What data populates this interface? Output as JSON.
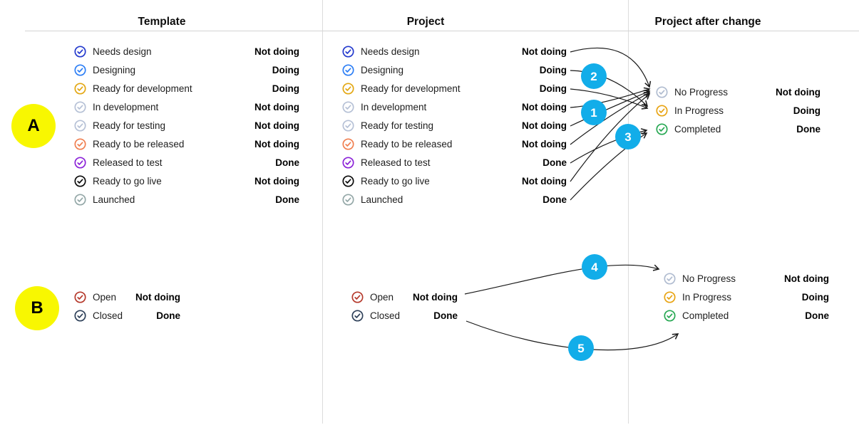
{
  "columns": [
    {
      "title": "Template"
    },
    {
      "title": "Project"
    },
    {
      "title": "Project after change"
    }
  ],
  "after_change_statuses": [
    {
      "label": "No Progress",
      "value": "Not doing",
      "color": "#b0bcd0"
    },
    {
      "label": "In Progress",
      "value": "Doing",
      "color": "#e8a413"
    },
    {
      "label": "Completed",
      "value": "Done",
      "color": "#27a853"
    }
  ],
  "sections": [
    {
      "label": "A",
      "template_statuses": [
        {
          "label": "Needs design",
          "value": "Not doing",
          "color": "#2339cd"
        },
        {
          "label": "Designing",
          "value": "Doing",
          "color": "#2c7ef5"
        },
        {
          "label": "Ready for development",
          "value": "Doing",
          "color": "#e3a712"
        },
        {
          "label": "In development",
          "value": "Not doing",
          "color": "#b6c1d6"
        },
        {
          "label": "Ready for testing",
          "value": "Not doing",
          "color": "#b6c1d6"
        },
        {
          "label": "Ready to be released",
          "value": "Not doing",
          "color": "#f07f50"
        },
        {
          "label": "Released to test",
          "value": "Done",
          "color": "#8b22d8"
        },
        {
          "label": "Ready to go live",
          "value": "Not doing",
          "color": "#0b0b0b"
        },
        {
          "label": "Launched",
          "value": "Done",
          "color": "#93a7a7"
        }
      ],
      "project_statuses": [
        {
          "label": "Needs design",
          "value": "Not doing",
          "color": "#2339cd"
        },
        {
          "label": "Designing",
          "value": "Doing",
          "color": "#2c7ef5"
        },
        {
          "label": "Ready for development",
          "value": "Doing",
          "color": "#e3a712"
        },
        {
          "label": "In development",
          "value": "Not doing",
          "color": "#b6c1d6"
        },
        {
          "label": "Ready for testing",
          "value": "Not doing",
          "color": "#b6c1d6"
        },
        {
          "label": "Ready to be released",
          "value": "Not doing",
          "color": "#f07f50"
        },
        {
          "label": "Released to test",
          "value": "Done",
          "color": "#8b22d8"
        },
        {
          "label": "Ready to go live",
          "value": "Not doing",
          "color": "#0b0b0b"
        },
        {
          "label": "Launched",
          "value": "Done",
          "color": "#93a7a7"
        }
      ],
      "arrows": [
        {
          "from": 0,
          "to": 0
        },
        {
          "from": 1,
          "to": 1
        },
        {
          "from": 2,
          "to": 1
        },
        {
          "from": 3,
          "to": 0
        },
        {
          "from": 4,
          "to": 0
        },
        {
          "from": 5,
          "to": 0
        },
        {
          "from": 6,
          "to": 2
        },
        {
          "from": 7,
          "to": 0
        },
        {
          "from": 8,
          "to": 2
        }
      ]
    },
    {
      "label": "B",
      "template_statuses": [
        {
          "label": "Open",
          "value": "Not doing",
          "color": "#b5392b"
        },
        {
          "label": "Closed",
          "value": "Done",
          "color": "#2e4059"
        }
      ],
      "project_statuses": [
        {
          "label": "Open",
          "value": "Not doing",
          "color": "#b5392b"
        },
        {
          "label": "Closed",
          "value": "Done",
          "color": "#2e4059"
        }
      ],
      "arrows": [
        {
          "from": 0,
          "to": 0,
          "badge": "4"
        },
        {
          "from": 1,
          "to": 2,
          "badge": "5"
        }
      ]
    }
  ],
  "badges": [
    {
      "label": "1"
    },
    {
      "label": "2"
    },
    {
      "label": "3"
    },
    {
      "label": "4"
    },
    {
      "label": "5"
    }
  ],
  "colors": {
    "badge": "#12ade9",
    "section_marker": "#f8f701",
    "arrow": "#1a1a1a",
    "divider": "#dcdcdc"
  }
}
